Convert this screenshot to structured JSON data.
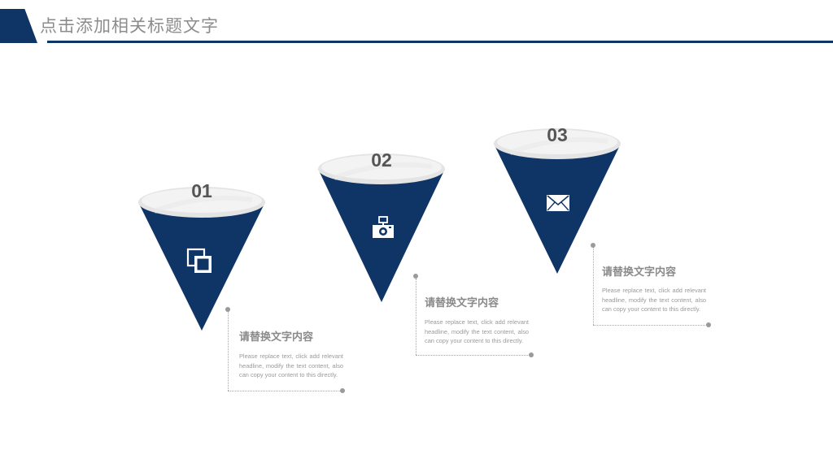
{
  "header": {
    "title": "点击添加相关标题文字"
  },
  "colors": {
    "brand": "#0f3566",
    "cap_top": "#f2f2f2",
    "cap_shadow": "#dcdcdc",
    "text_gray": "#8a8a8a"
  },
  "steps": [
    {
      "number": "01",
      "icon": "photos-icon",
      "heading": "请替换文字内容",
      "body": "Please replace text, click add relevant headline, modify the text content, also can copy your content to this directly."
    },
    {
      "number": "02",
      "icon": "camera-icon",
      "heading": "请替换文字内容",
      "body": "Please replace text, click add relevant headline, modify the text content, also can copy your content to this directly."
    },
    {
      "number": "03",
      "icon": "envelope-icon",
      "heading": "请替换文字内容",
      "body": "Please replace text, click add relevant headline, modify the text content, also can copy your content to this directly."
    }
  ]
}
